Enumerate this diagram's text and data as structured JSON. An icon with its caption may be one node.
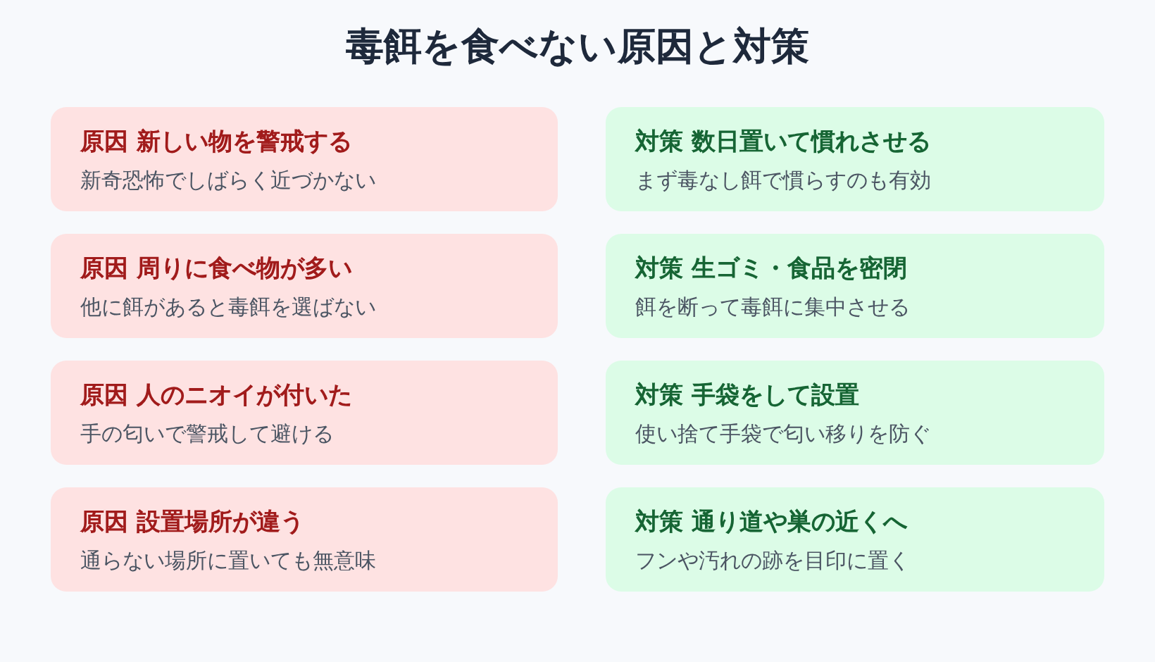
{
  "diagram": {
    "title": "毒餌を食べない原因と対策",
    "nodes": [
      {
        "text": [
          "原因 新しい物を警戒する",
          "新奇恐怖でしばらく近づかない"
        ]
      },
      {
        "text": [
          "対策 数日置いて慣れさせる",
          "まず毒なし餌で慣らすのも有効"
        ]
      },
      {
        "text": [
          "原因 周りに食べ物が多い",
          "他に餌があると毒餌を選ばない"
        ]
      },
      {
        "text": [
          "対策 生ゴミ・食品を密閉",
          "餌を断って毒餌に集中させる"
        ]
      },
      {
        "text": [
          "原因 人のニオイが付いた",
          "手の匂いで警戒して避ける"
        ]
      },
      {
        "text": [
          "対策 手袋をして設置",
          "使い捨て手袋で匂い移りを防ぐ"
        ]
      },
      {
        "text": [
          "原因 設置場所が違う",
          "通らない場所に置いても無意味"
        ]
      },
      {
        "text": [
          "対策 通り道や巣の近くへ",
          "フンや汚れの跡を目印に置く"
        ]
      }
    ]
  }
}
